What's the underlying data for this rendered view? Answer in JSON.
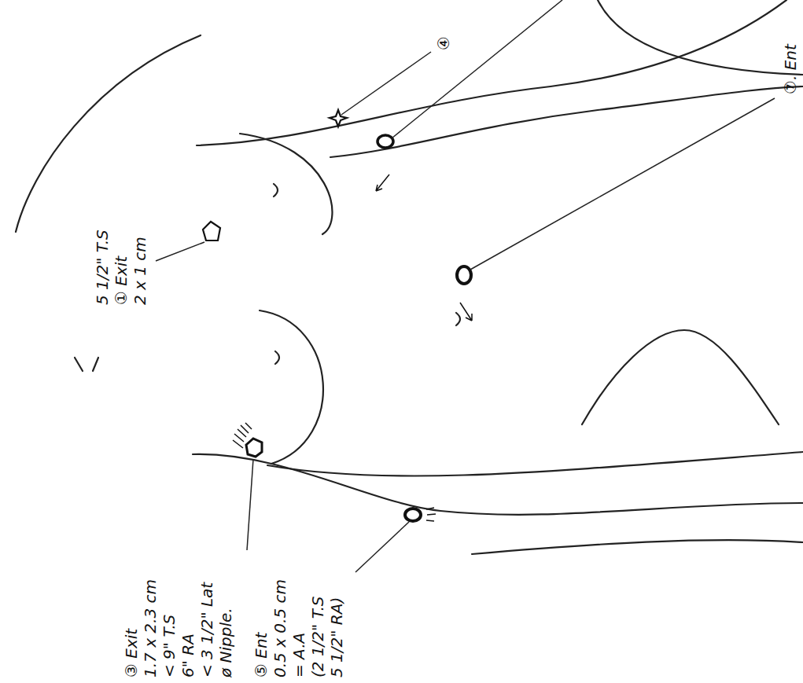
{
  "diagram": {
    "labels": [
      "5 1/2\" T.S",
      "① Exit",
      "2 x 1 cm",
      "③ Exit",
      "1.7 x 2.3 cm",
      "< 9\" T.S",
      "6\" RA",
      "< 3 1/2\" Lat",
      "ø Nipple.",
      "⑤ Ent",
      "0.5 x 0.5 cm",
      "= A.A",
      "(2 1/2\" T.S",
      "5 1/2\" RA)",
      "④",
      "⑦. Ent"
    ]
  }
}
